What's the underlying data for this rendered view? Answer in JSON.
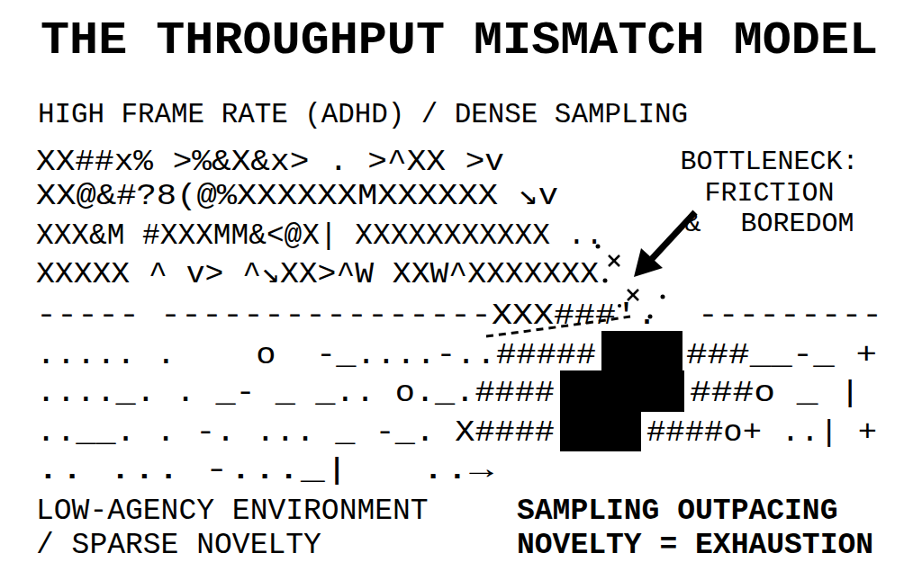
{
  "diagram": {
    "title": "THE THROUGHPUT MISMATCH MODEL",
    "labels": [
      "HIGH FRAME RATE (ADHD) / DENSE SAMPLING",
      "XX##x% >%&X&x> . >^XX >v",
      "XX@&#?8(@%XXXXXXMXXXXXX ↘v",
      "XXX&M #XXXMM&<@X| XXXXXXXXXXX ..",
      "XXXXX ^ v> ^↘XX>^W XXW^XXXXXXX",
      "BOTTLENECK: FRICTION & BOREDOM",
      "----- ----------------XXX###'.",
      "---------",
      "..... .    o  -_....-..#####",
      "###__-_ +",
      "...._. . _- _ _.. o._.####",
      "###o _ |",
      "..__. . -. ... _ -_. X####",
      "####o+ ..| +",
      ".. ... -..._|   ..→",
      "LOW-AGENCY ENVIRONMENT / SPARSE NOVELTY",
      "SAMPLING OUTPACING NOVELTY = EXHAUSTION"
    ]
  }
}
